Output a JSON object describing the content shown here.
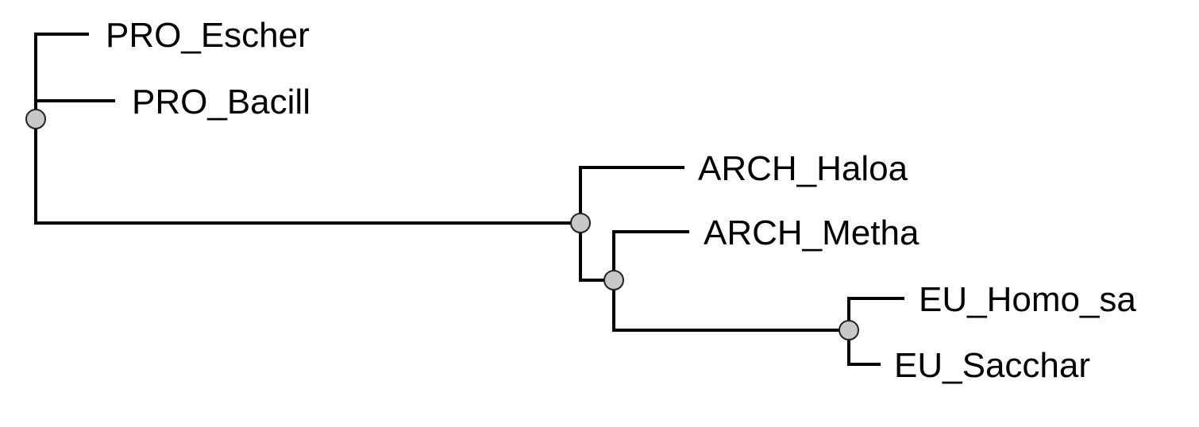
{
  "tree": {
    "colors": {
      "branch": "#000000",
      "node_fill": "#c8c8c8",
      "label": "#000000"
    },
    "leaves": [
      {
        "id": "escher",
        "label": "PRO_Escher"
      },
      {
        "id": "bacill",
        "label": "PRO_Bacill"
      },
      {
        "id": "haloa",
        "label": "ARCH_Haloa"
      },
      {
        "id": "metha",
        "label": "ARCH_Metha"
      },
      {
        "id": "homo",
        "label": "EU_Homo_sa"
      },
      {
        "id": "sacchar",
        "label": "EU_Sacchar"
      }
    ],
    "internal_nodes": [
      {
        "id": "root",
        "children": [
          "escher",
          "bacill",
          "n_arch_eu"
        ]
      },
      {
        "id": "n_arch_eu",
        "children": [
          "haloa",
          "n_metha_eu"
        ]
      },
      {
        "id": "n_metha_eu",
        "children": [
          "metha",
          "n_eu"
        ]
      },
      {
        "id": "n_eu",
        "children": [
          "homo",
          "sacchar"
        ]
      }
    ]
  }
}
